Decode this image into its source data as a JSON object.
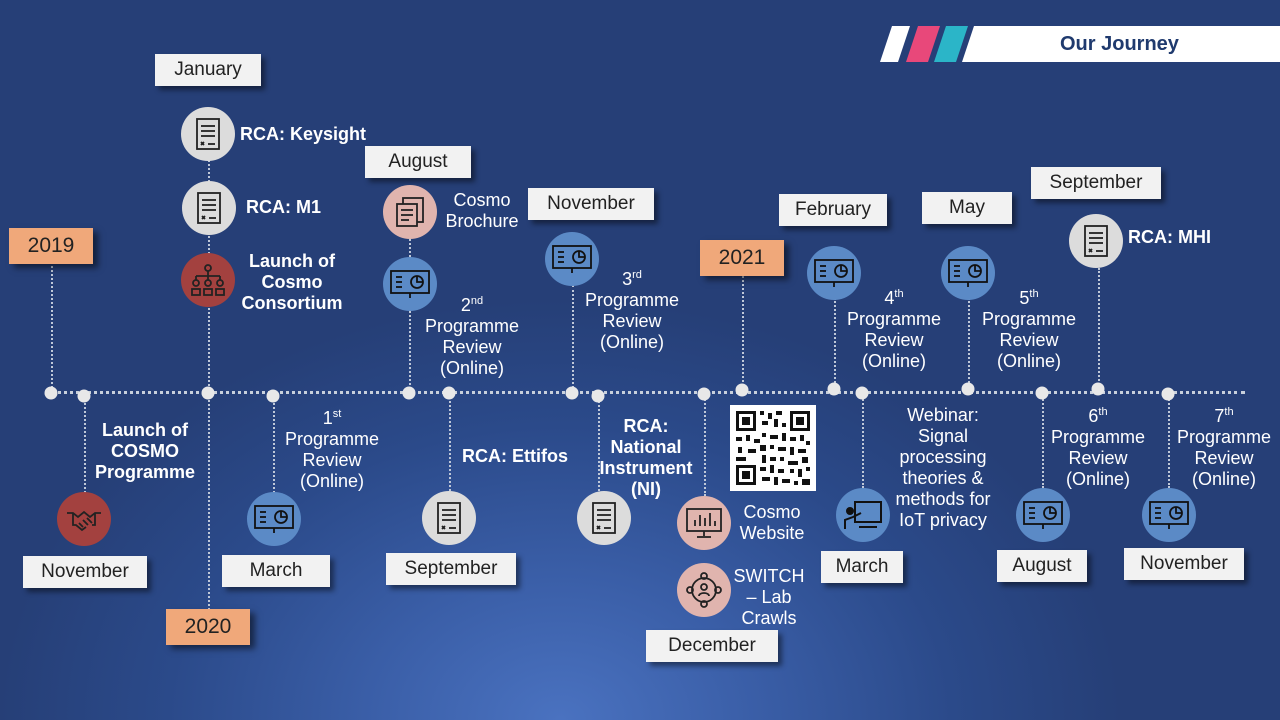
{
  "header": {
    "title": "Our Journey"
  },
  "years": {
    "y2019": "2019",
    "y2020": "2020",
    "y2021": "2021"
  },
  "months": {
    "nov2019": "November",
    "jan2020": "January",
    "mar2020": "March",
    "aug2020": "August",
    "sep2020": "September",
    "nov2020": "November",
    "dec2020": "December",
    "feb2021": "February",
    "mar2021": "March",
    "may2021": "May",
    "aug2021": "August",
    "sep2021": "September",
    "nov2021": "November"
  },
  "events": {
    "launch_programme": [
      "Launch of",
      "COSMO",
      "Programme"
    ],
    "rca_keysight": "RCA: Keysight",
    "rca_m1": "RCA: M1",
    "launch_consortium": [
      "Launch of",
      "Cosmo",
      "Consortium"
    ],
    "review1": {
      "ord": "1",
      "sup": "st",
      "lines": [
        "Programme",
        "Review",
        "(Online)"
      ]
    },
    "brochure": [
      "Cosmo",
      "Brochure"
    ],
    "review2": {
      "ord": "2",
      "sup": "nd",
      "lines": [
        "Programme",
        "Review",
        "(Online)"
      ]
    },
    "rca_ettifos": "RCA: Ettifos",
    "review3": {
      "ord": "3",
      "sup": "rd",
      "lines": [
        "Programme",
        "Review",
        "(Online)"
      ]
    },
    "rca_ni": [
      "RCA:",
      "National",
      "Instrument",
      "(NI)"
    ],
    "website": [
      "Cosmo",
      "Website"
    ],
    "switch": [
      "SWITCH",
      "– Lab",
      "Crawls"
    ],
    "review4": {
      "ord": "4",
      "sup": "th",
      "lines": [
        "Programme",
        "Review",
        "(Online)"
      ]
    },
    "webinar": [
      "Webinar:",
      "Signal",
      "processing",
      "theories &",
      "methods for",
      "IoT privacy"
    ],
    "review5": {
      "ord": "5",
      "sup": "th",
      "lines": [
        "Programme",
        "Review",
        "(Online)"
      ]
    },
    "rca_mhi": "RCA: MHI",
    "review6": {
      "ord": "6",
      "sup": "th",
      "lines": [
        "Programme",
        "Review",
        "(Online)"
      ]
    },
    "review7": {
      "ord": "7",
      "sup": "th",
      "lines": [
        "Programme",
        "Review",
        "(Online)"
      ]
    }
  },
  "icons": {
    "document": "document-icon",
    "presentation": "presentation-board-icon",
    "handshake": "handshake-icon",
    "network": "network-icon",
    "brochure": "brochure-icon",
    "monitor": "monitor-chart-icon",
    "people": "people-network-icon",
    "teaching": "teaching-icon",
    "qr": "qr-code"
  },
  "colors": {
    "background": "#2b4a8a",
    "year_label": "#f0a87a",
    "month_label": "#f2f2f2",
    "gray_circle": "#dcdcdc",
    "blue_circle": "#5b8ac6",
    "red_circle": "#a3413f",
    "pink_circle": "#e0b4ae",
    "stripe_white": "#ffffff",
    "stripe_pink": "#e8487a",
    "stripe_teal": "#2bb5c8"
  }
}
